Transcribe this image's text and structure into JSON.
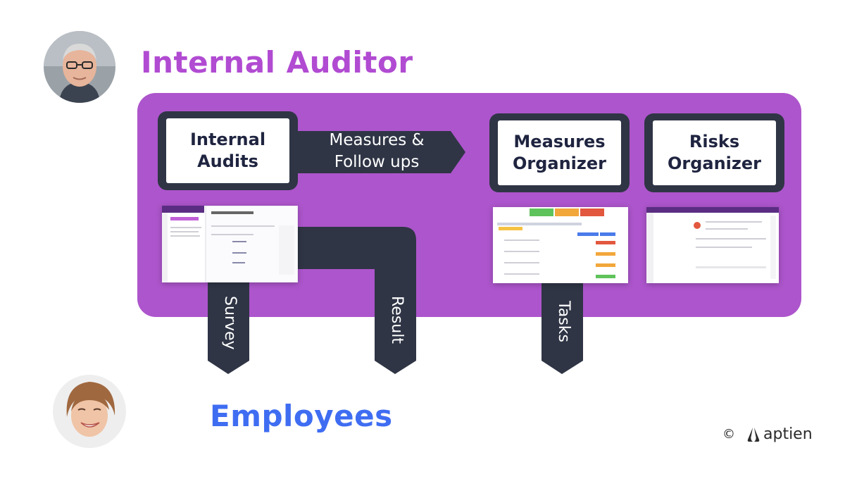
{
  "roles": {
    "auditor": "Internal Auditor",
    "employees": "Employees"
  },
  "boxes": {
    "internal_audits": [
      "Internal",
      "Audits"
    ],
    "measures_organizer": [
      "Measures",
      "Organizer"
    ],
    "risks_organizer": [
      "Risks",
      "Organizer"
    ]
  },
  "arrows": {
    "measures_followups": [
      "Measures &",
      "Follow ups"
    ],
    "survey": "Survey",
    "result": "Result",
    "tasks": "Tasks"
  },
  "footer": {
    "copyright": "©",
    "brand": "aptien"
  },
  "colors": {
    "auditor_title": "#b14bd2",
    "employees_title": "#3f6df2",
    "panel": "#ad55cc",
    "dark": "#2f3545"
  }
}
